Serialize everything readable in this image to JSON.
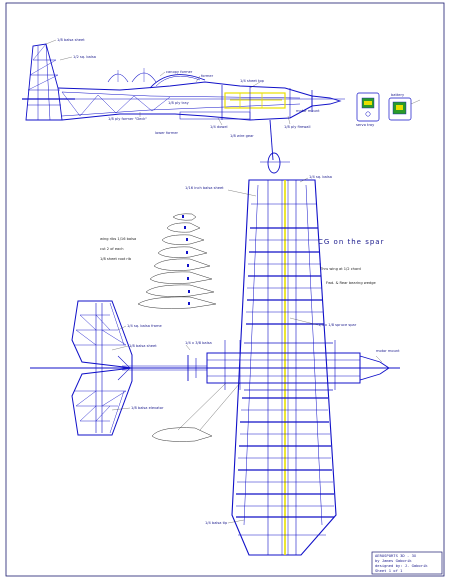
{
  "drawing": {
    "main_note": "CG on the spar",
    "note_2": "Thru wing at 1/2 chord",
    "note_3": "Fwd. & Rear bearing wedge"
  },
  "side_view_labels": {
    "fin_sheet": "1/8 balsa sheet",
    "rudder": "1/2 sq. balsa",
    "canopy_former": "canopy former",
    "former_2": "former",
    "top_deck": "1/4 sheet top",
    "servo_tray": "1/8 ply tray",
    "fuse_bottom": "1/8 ply former \"Deck\"",
    "lower_former": "lower former",
    "wing_dowel": "1/4 dowel",
    "landing_gear": "1/8 wire gear",
    "firewall": "1/8 ply firewall",
    "motor_mount": "motor mount"
  },
  "cowl_detail": {
    "label_1": "servo tray",
    "label_2": "battery"
  },
  "wing_labels": {
    "leading_edge_sheet": "1/16 inch balsa sheet",
    "trailing_edge": "1/4 sq. balsa",
    "spar": "1/4 x 1/8 spruce spar",
    "tip_block": "1/4 balsa tip",
    "motor": "motor mount"
  },
  "tail_labels": {
    "stab_frame": "1/4 sq. balsa frame",
    "stab_sheet": "1/8 balsa sheet",
    "elevator": "1/8 balsa elevator",
    "fuselage_stick": "1/4 x 3/8 balsa"
  },
  "ribs_labels": {
    "line_1": "wing ribs 1/16 balsa",
    "line_2": "cut 2 of each",
    "line_3": "1/8 sheet root rib"
  },
  "title_block": {
    "line_1": "AEROSPORTS 3D - 3X",
    "line_2": "by James Gaborik",
    "line_3": "designed by: J. Gaborik",
    "line_4": "Sheet 1 of 1"
  }
}
